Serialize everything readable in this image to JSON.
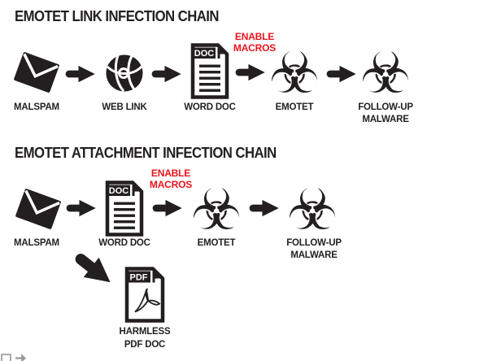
{
  "colors": {
    "ink": "#231f20",
    "red": "#e8151d",
    "background": "#ffffff"
  },
  "icons": {
    "biohazard_glyph": "☣"
  },
  "section_link": {
    "title": "EMOTET LINK INFECTION CHAIN",
    "annotation_line1": "ENABLE",
    "annotation_line2": "MACROS",
    "nodes": {
      "malspam": {
        "label": "MALSPAM"
      },
      "weblink": {
        "label": "WEB LINK"
      },
      "worddoc": {
        "label": "WORD DOC",
        "badge": "DOC"
      },
      "emotet": {
        "label": "EMOTET"
      },
      "followup": {
        "label_line1": "FOLLOW-UP",
        "label_line2": "MALWARE"
      }
    }
  },
  "section_attachment": {
    "title": "EMOTET ATTACHMENT INFECTION CHAIN",
    "annotation_line1": "ENABLE",
    "annotation_line2": "MACROS",
    "nodes": {
      "malspam": {
        "label": "MALSPAM"
      },
      "worddoc": {
        "label": "WORD DOC",
        "badge": "DOC"
      },
      "emotet": {
        "label": "EMOTET"
      },
      "followup": {
        "label_line1": "FOLLOW-UP",
        "label_line2": "MALWARE"
      },
      "harmless_pdf": {
        "label_line1": "HARMLESS",
        "label_line2": "PDF DOC",
        "badge": "PDF"
      }
    }
  }
}
